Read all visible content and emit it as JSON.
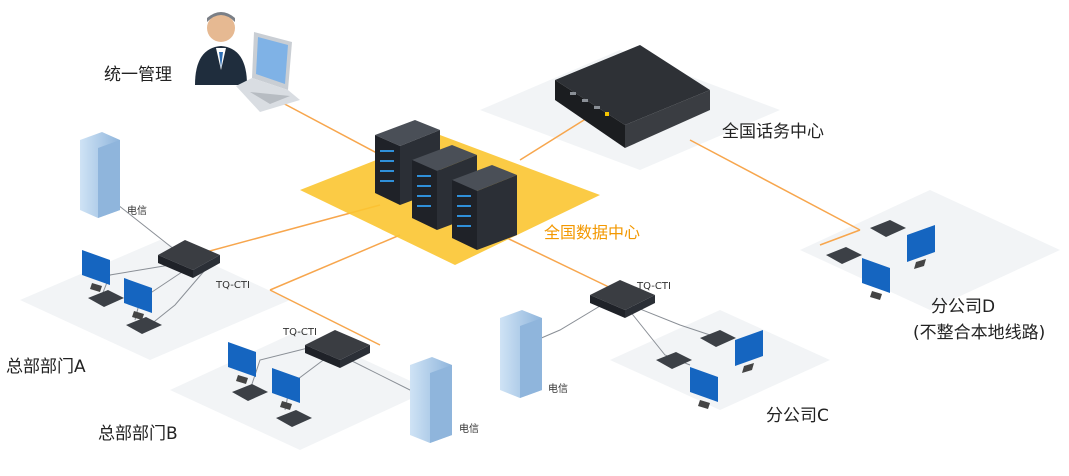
{
  "labels": {
    "unified_management": "统一管理",
    "national_call_center": "全国话务中心",
    "national_data_center": "全国数据中心",
    "telecom": "电信",
    "tq_cti": "TQ-CTI",
    "hq_dept_a": "总部部门A",
    "hq_dept_b": "总部部门B",
    "branch_c": "分公司C",
    "branch_d": "分公司D",
    "branch_d_note": "(不整合本地线路)"
  },
  "colors": {
    "link_line": "#f7a64d",
    "data_center_plate": "#fbc531",
    "server": "#2b2f36",
    "server_led": "#2f8fd8",
    "monitor_screen": "#1565c0",
    "building": "#a7c8e8",
    "device_body": "#3a3d42",
    "label_highlight": "#f39800"
  }
}
